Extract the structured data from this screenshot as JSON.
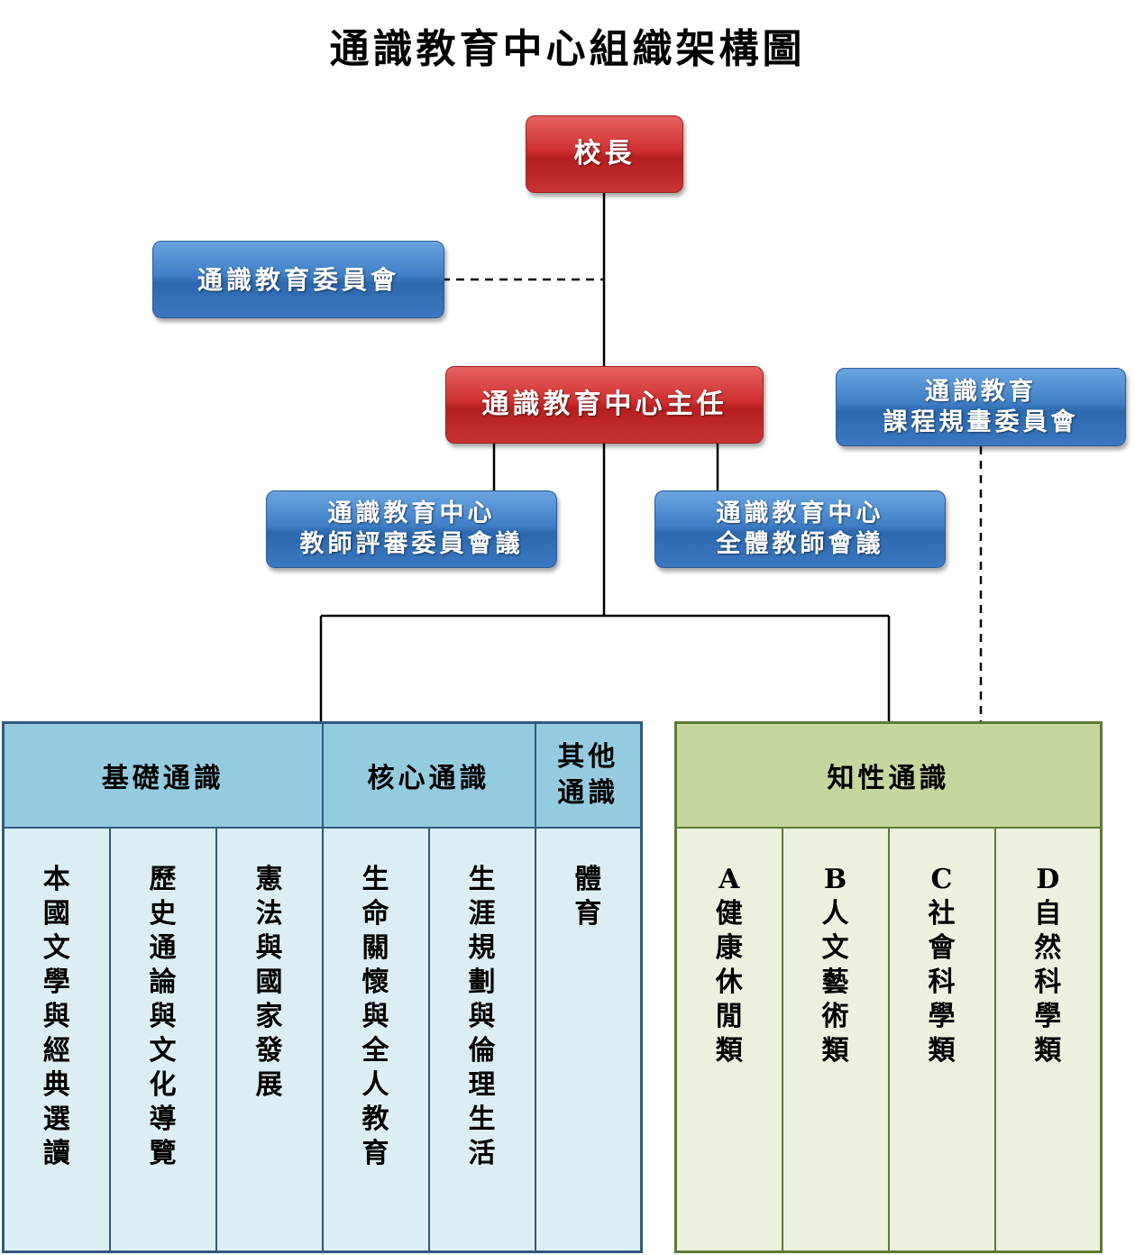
{
  "title": "通識教育中心組織架構圖",
  "nodes": {
    "principal": "校長",
    "committee": "通識教育委員會",
    "director": "通識教育中心主任",
    "curriculum_line1": "通識教育",
    "curriculum_line2": "課程規畫委員會",
    "review_line1": "通識教育中心",
    "review_line2": "教師評審委員會議",
    "faculty_line1": "通識教育中心",
    "faculty_line2": "全體教師會議"
  },
  "categories": {
    "basic": {
      "label": "基礎通識",
      "courses": [
        "本國文學與經典選讀",
        "歷史通論與文化導覽",
        "憲法與國家發展"
      ]
    },
    "core": {
      "label": "核心通識",
      "courses": [
        "生命關懷與全人教育",
        "生涯規劃與倫理生活"
      ]
    },
    "other": {
      "label_line1": "其他",
      "label_line2": "通識",
      "courses": [
        "體育"
      ]
    },
    "knowledge": {
      "label": "知性通識",
      "courses": [
        {
          "letter": "A",
          "name": "健康休閒類"
        },
        {
          "letter": "B",
          "name": "人文藝術類"
        },
        {
          "letter": "C",
          "name": "社會科學類"
        },
        {
          "letter": "D",
          "name": "自然科學類"
        }
      ]
    }
  },
  "colors": {
    "red_node": "#c62828",
    "blue_node": "#2e6db5",
    "left_header": "#95cbde",
    "left_body": "#dceef4",
    "right_header": "#c5d79f",
    "right_body": "#ebf1de"
  }
}
